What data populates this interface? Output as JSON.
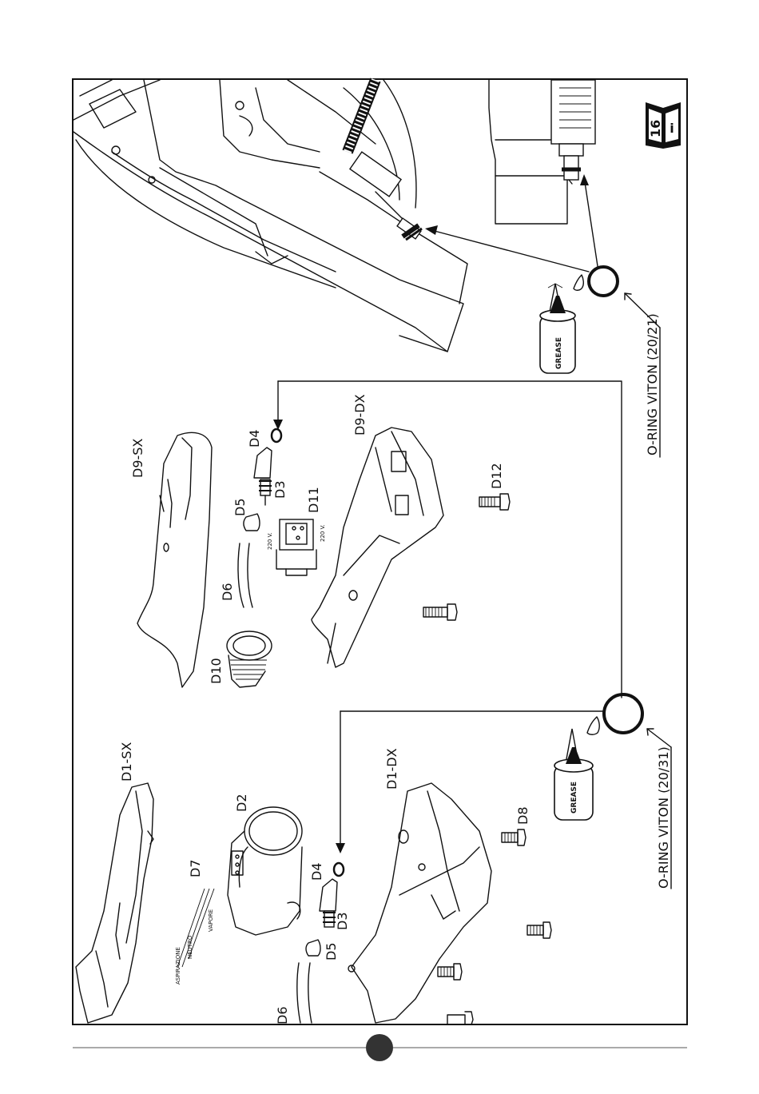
{
  "labels": {
    "d1sx": "D1-SX",
    "d1dx": "D1-DX",
    "d2": "D2",
    "d3a": "D3",
    "d3b": "D3",
    "d4a": "D4",
    "d4b": "D4",
    "d5a": "D5",
    "d5b": "D5",
    "d6a": "D6",
    "d6b": "D6",
    "d7": "D7",
    "d8": "D8",
    "d9sx": "D9-SX",
    "d9dx": "D9-DX",
    "d10": "D10",
    "d11": "D11",
    "d12": "D12"
  },
  "selector_labels": [
    "ASPIRAZIONE",
    "NEUTRO",
    "VAPORE"
  ],
  "voltage_labels": [
    "220 V.",
    "220 V."
  ],
  "oring_top": "O-RING VITON (20/21)",
  "oring_bottom": "O-RING VITON  (20/31)",
  "grease_top": "GREASE",
  "grease_bottom": "GREASE",
  "manual_badge": "16",
  "manual_badge_glyph": "i",
  "icons": [
    "book-info-icon",
    "grease-tube-icon",
    "page-number-circle-icon"
  ]
}
